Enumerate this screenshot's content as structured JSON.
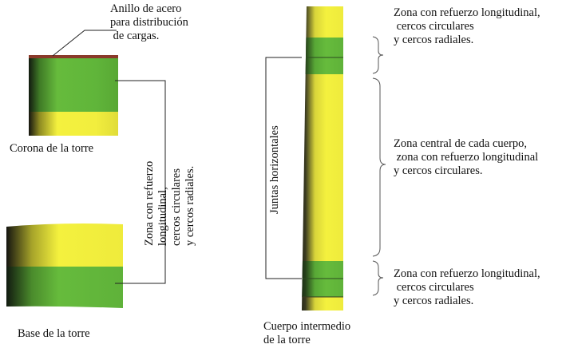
{
  "labels": {
    "steel_ring": "Anillo de acero\npara distribución\n de cargas.",
    "crown": "Corona de la torre",
    "base": "Base de la torre",
    "left_zone": "Zona con refuerzo\nlongitudinal,\ncercos circulares\ny cercos radiales.",
    "joints": "Juntas horizontales",
    "top_zone": "Zona con refuerzo longitudinal,\n cercos circulares\ny cercos radiales.",
    "central_zone": "Zona central de cada cuerpo,\n zona con refuerzo longitudinal\ny cercos circulares.",
    "bottom_zone": "Zona con refuerzo longitudinal,\n cercos circulares\ny cercos radiales.",
    "intermediate": "Cuerpo intermedio\nde la torre"
  },
  "colors": {
    "concrete": "#f2ee3e",
    "reinforced": "#62b83a",
    "steel_ring": "#8a3a2a",
    "shadow": "#1c1c1c"
  }
}
